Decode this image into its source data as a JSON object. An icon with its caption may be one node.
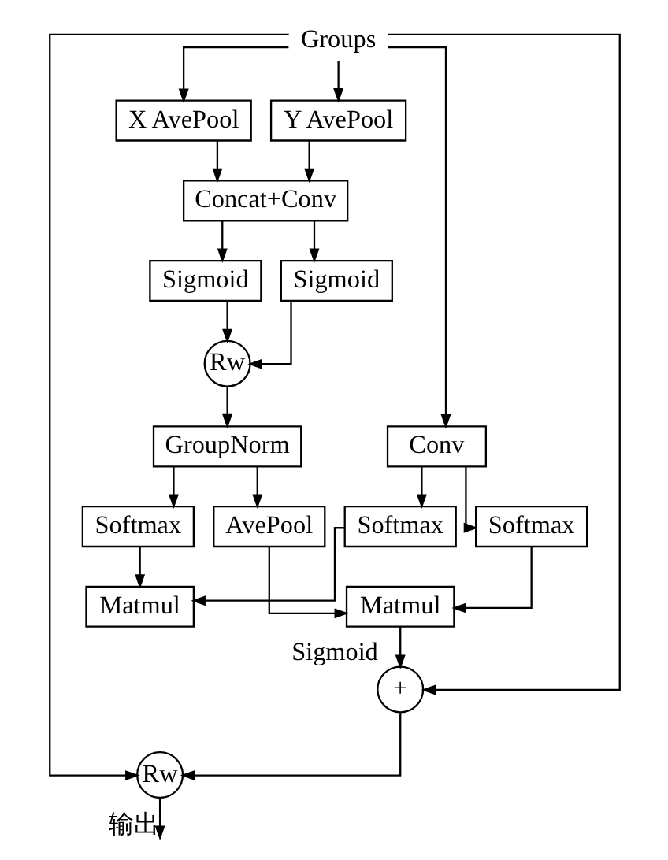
{
  "diagram": {
    "nodes": [
      {
        "text": [
          "Groups"
        ]
      },
      {
        "text": [
          "Conv"
        ]
      },
      {
        "text": [
          "X AvePool"
        ]
      },
      {
        "text": [
          "Y AvePool"
        ]
      },
      {
        "text": [
          "Softmax"
        ]
      },
      {
        "text": [
          "Softmax"
        ]
      },
      {
        "text": [
          "Concat+Conv"
        ]
      },
      {
        "text": [
          "Sigmoid"
        ]
      },
      {
        "text": [
          "Sigmoid"
        ]
      },
      {
        "text": [
          "Rw"
        ]
      },
      {
        "text": [
          "GroupNorm"
        ]
      },
      {
        "text": [
          "AvePool"
        ]
      },
      {
        "text": [
          "Softmax"
        ]
      },
      {
        "text": [
          "Matmul"
        ]
      },
      {
        "text": [
          "Matmul"
        ]
      },
      {
        "text": [
          "+"
        ],
        "beside": [
          "Sigmoid"
        ]
      },
      {
        "text": [
          "Rw"
        ]
      }
    ],
    "edges": [
      {
        "from": 0,
        "to": 1,
        "arrow": "to"
      },
      {
        "from": 0,
        "to": 2,
        "arrow": "to"
      },
      {
        "from": 0,
        "to": 3,
        "arrow": "to"
      },
      {
        "from": 0,
        "to": 15,
        "arrow": "to"
      },
      {
        "from": 0,
        "to": 16,
        "arrow": "to"
      },
      {
        "from": 1,
        "to": 4,
        "arrow": "to"
      },
      {
        "from": 1,
        "to": 5,
        "arrow": "to"
      },
      {
        "from": 2,
        "to": 6,
        "arrow": "to"
      },
      {
        "from": 3,
        "to": 6,
        "arrow": "to"
      },
      {
        "from": 6,
        "to": 7,
        "arrow": "to"
      },
      {
        "from": 6,
        "to": 8,
        "arrow": "to"
      },
      {
        "from": 7,
        "to": 9,
        "arrow": "to"
      },
      {
        "from": 8,
        "to": 9,
        "arrow": "to"
      },
      {
        "from": 9,
        "to": 10,
        "arrow": "to"
      },
      {
        "from": 10,
        "to": 11,
        "arrow": "to"
      },
      {
        "from": 10,
        "to": 12,
        "arrow": "to"
      },
      {
        "from": 5,
        "to": 13,
        "arrow": "to"
      },
      {
        "from": 11,
        "to": 13,
        "arrow": "to"
      },
      {
        "from": 4,
        "to": 14,
        "arrow": "to"
      },
      {
        "from": 12,
        "to": 14,
        "arrow": "to"
      },
      {
        "from": 13,
        "to": 15,
        "arrow": "to"
      },
      {
        "from": 15,
        "to": 16,
        "arrow": "to"
      },
      {
        "from": 16,
        "to": null,
        "arrow": "to",
        "label": "输出"
      }
    ]
  }
}
